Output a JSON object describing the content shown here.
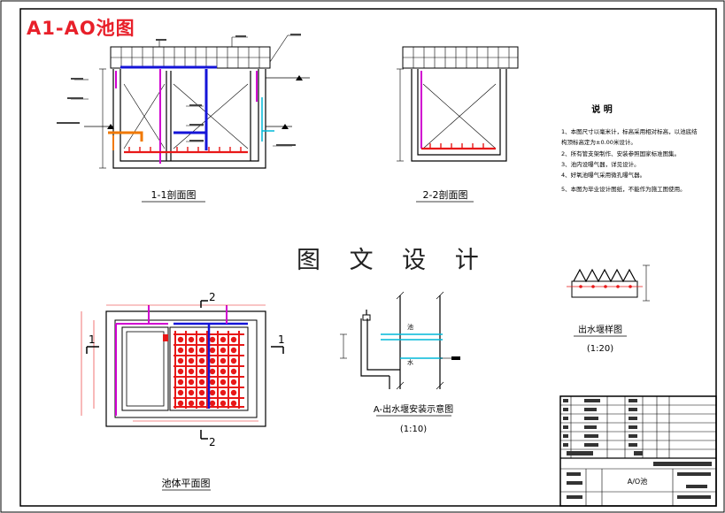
{
  "drawing": {
    "corner_title": "A1-AO池图",
    "center_title": "图 文 设 计"
  },
  "views": {
    "section_1_1": "1-1剖面图",
    "section_2_2": "2-2剖面图",
    "plan": "池体平面图",
    "outlet_detail": "A-出水堰安装示意图",
    "outlet_detail_scale": "(1:10)",
    "weir_sample": "出水堰样图",
    "weir_sample_scale": "(1:20)"
  },
  "notes": {
    "title": "说 明",
    "items": [
      "1、本图尺寸以毫米计，标高采用相对标高，以池底结",
      "   构顶标高定为±0.00米设计。",
      "2、所有管支架制作、安装参照国家标准图集。",
      "3、池内设曝气器，详见设计。",
      "4、好氧池曝气采用微孔曝气器。",
      "5、本图为毕业设计图纸，不能作为施工图使用。"
    ]
  },
  "plan_marks": {
    "section_1": "1",
    "section_2": "2"
  },
  "outlet_labels": {
    "inside": "池",
    "outside": "水"
  },
  "title_block": {
    "drawing_name": "A/O池"
  },
  "colors": {
    "blue_pipe": "#1414d8",
    "red_pipe": "#e81818",
    "magenta_pipe": "#d000d0",
    "orange_pipe": "#f07800",
    "cyan_pipe": "#00b8d8",
    "title_red": "#e8202a"
  }
}
